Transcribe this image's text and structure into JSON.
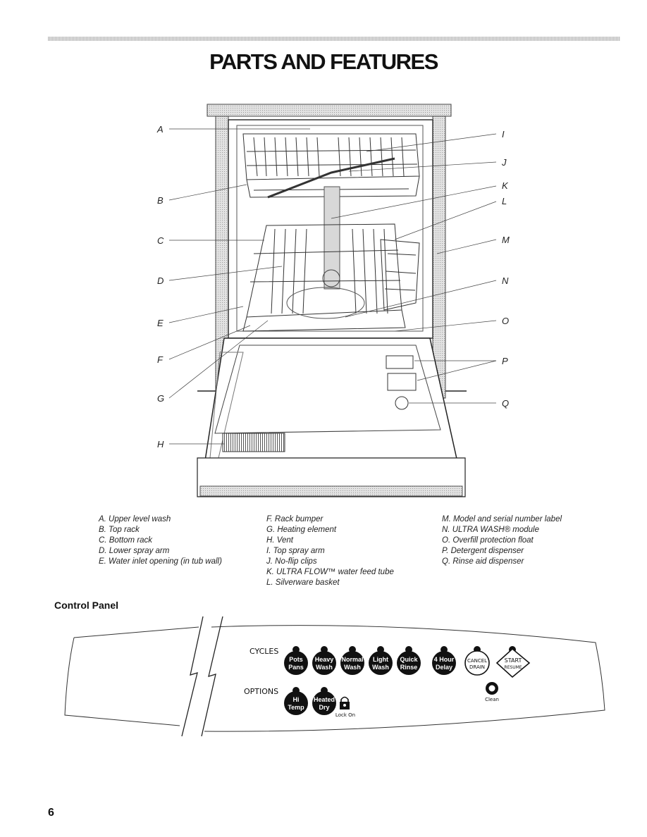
{
  "title": "PARTS AND FEATURES",
  "callouts": {
    "left": [
      "A",
      "B",
      "C",
      "D",
      "E",
      "F",
      "G",
      "H"
    ],
    "right": [
      "I",
      "J",
      "K",
      "L",
      "M",
      "N",
      "O",
      "P",
      "Q"
    ]
  },
  "parts_columns": [
    [
      "A. Upper level wash",
      "B. Top rack",
      "C. Bottom rack",
      "D. Lower spray arm",
      "E. Water inlet opening (in tub wall)"
    ],
    [
      "F. Rack bumper",
      "G. Heating element",
      "H. Vent",
      "I. Top spray arm",
      "J. No-flip clips",
      "K. ULTRA FLOW™ water feed tube",
      "L. Silverware basket"
    ],
    [
      "M. Model and serial number label",
      "N. ULTRA WASH® module",
      "O. Overfill protection float",
      "P. Detergent dispenser",
      "Q. Rinse aid dispenser"
    ]
  ],
  "control_panel": {
    "heading": "Control Panel",
    "cycles_label": "CYCLES",
    "options_label": "OPTIONS",
    "cycle_buttons": [
      {
        "line1": "Pots",
        "line2": "Pans"
      },
      {
        "line1": "Heavy",
        "line2": "Wash"
      },
      {
        "line1": "Normal",
        "line2": "Wash"
      },
      {
        "line1": "Light",
        "line2": "Wash"
      },
      {
        "line1": "Quick",
        "line2": "Rinse"
      },
      {
        "line1": "4 Hour",
        "line2": "Delay"
      }
    ],
    "cancel": {
      "line1": "CANCEL",
      "line2": "DRAIN"
    },
    "start": {
      "line1": "START",
      "line2": "RESUME"
    },
    "option_buttons": [
      {
        "line1": "Hi",
        "line2": "Temp"
      },
      {
        "line1": "Heated",
        "line2": "Dry"
      }
    ],
    "lock_label": "Lock On",
    "clean_label": "Clean"
  },
  "page_number": "6"
}
